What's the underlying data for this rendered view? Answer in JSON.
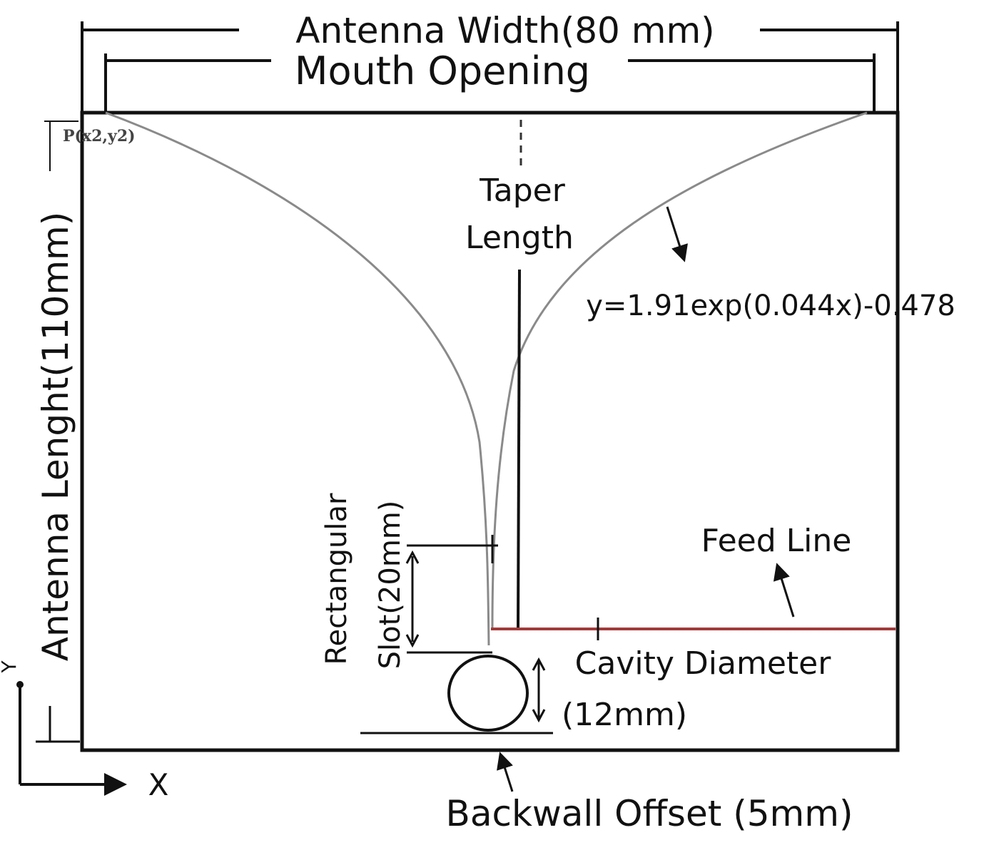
{
  "labels": {
    "antenna_width": "Antenna Width(80 mm)",
    "mouth_opening": "Mouth Opening",
    "point": "P(x2,y2)",
    "taper_line1": "Taper",
    "taper_line2": "Length",
    "equation": "y=1.91exp(0.044x)-0.478",
    "antenna_length": "Antenna Lenght(110mm)",
    "rect_line1": "Rectangular",
    "rect_line2": "Slot(20mm)",
    "feed_line": "Feed Line",
    "cavity_line1": "Cavity Diameter",
    "cavity_line2": "(12mm)",
    "backwall": "Backwall Offset (5mm)",
    "axis_x": "X",
    "axis_y": "Y"
  },
  "colors": {
    "outline": "#111111",
    "taper": "#8a8a8a",
    "feed_line": "#a23a3a"
  }
}
